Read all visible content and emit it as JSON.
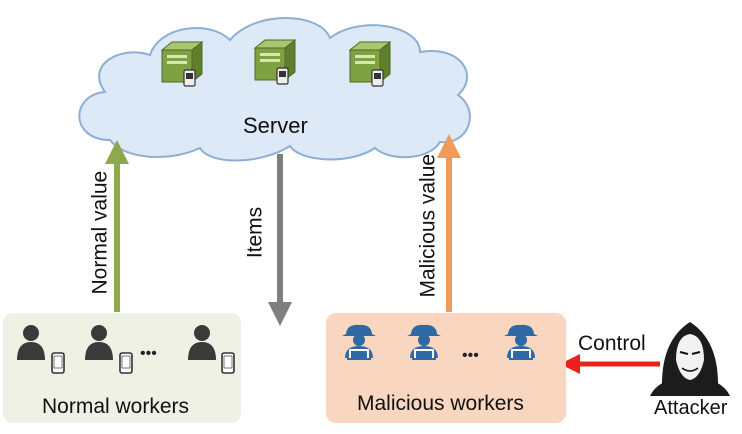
{
  "server": {
    "label": "Server",
    "machines": [
      "server-tower-icon",
      "server-tower-icon",
      "server-tower-icon"
    ]
  },
  "arrows": {
    "normal_value": "Normal value",
    "items": "Items",
    "malicious_value": "Malicious value",
    "control": "Control"
  },
  "normal_group": {
    "label": "Normal workers",
    "ellipsis": "•••"
  },
  "malicious_group": {
    "label": "Malicious workers",
    "ellipsis": "•••"
  },
  "attacker": {
    "label": "Attacker"
  },
  "colors": {
    "cloud_fill": "#dde9f7",
    "cloud_stroke": "#8eaed4",
    "normal_arrow": "#8ea84e",
    "items_arrow": "#7f7f7f",
    "malicious_arrow": "#ef9c5a",
    "control_arrow": "#e8211c",
    "normal_box": "#eef1e4",
    "malicious_box": "#f8d6bf",
    "person_dark": "#3a3a3a",
    "hacker_blue": "#2f6aa6"
  }
}
